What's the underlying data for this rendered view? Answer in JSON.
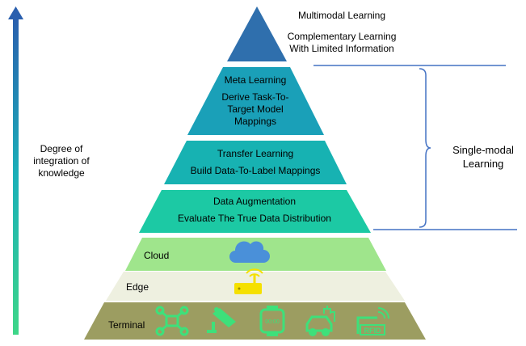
{
  "axis": {
    "label_lines": [
      "Degree of",
      "integration of",
      "knowledge"
    ]
  },
  "tiers": [
    {
      "title": "Multimodal Learning",
      "desc_lines": [
        "Complementary Learning",
        "With Limited Information"
      ],
      "color": "#2f6fad"
    },
    {
      "title": "Meta Learning",
      "desc_lines": [
        "Derive Task-To-",
        "Target Model",
        "Mappings"
      ],
      "color": "#1aa0b8"
    },
    {
      "title": "Transfer Learning",
      "desc_lines": [
        "Build Data-To-Label Mappings"
      ],
      "color": "#17b2b2"
    },
    {
      "title": "Data Augmentation",
      "desc_lines": [
        "Evaluate The True Data Distribution"
      ],
      "color": "#1cc9a4"
    },
    {
      "title": "Cloud",
      "icon": "cloud-icon",
      "color": "#9fe58c"
    },
    {
      "title": "Edge",
      "icon": "router-icon",
      "color": "#eef0e0"
    },
    {
      "title": "Terminal",
      "icons": [
        "drone-icon",
        "camera-icon",
        "smartwatch-icon",
        "electric-car-icon",
        "rfid-icon"
      ],
      "color": "#9c9d61"
    }
  ],
  "bracket": {
    "label_lines": [
      "Single-modal",
      "Learning"
    ],
    "color": "#4472c4"
  }
}
